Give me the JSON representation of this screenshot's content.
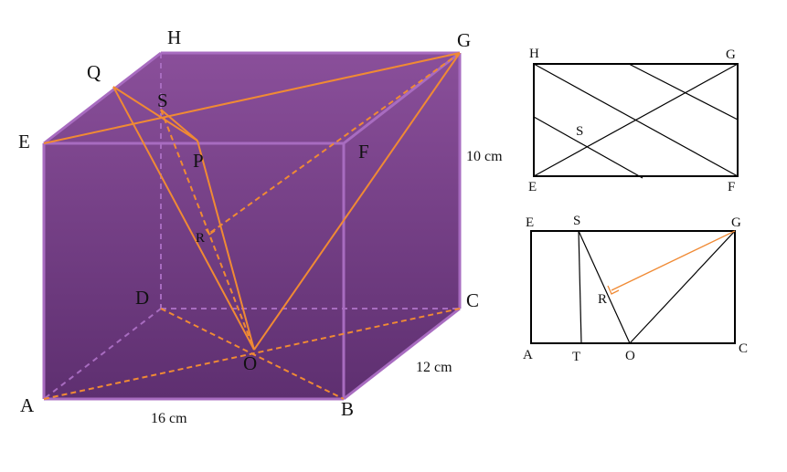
{
  "colors": {
    "prism_top": "#8a4f9a",
    "prism_bottom": "#5e2f70",
    "edge": "#a86cc0",
    "construction": "#f08a34",
    "line": "#000000"
  },
  "prism": {
    "labels": {
      "A": "A",
      "B": "B",
      "C": "C",
      "D": "D",
      "E": "E",
      "F": "F",
      "G": "G",
      "H": "H",
      "O": "O",
      "P": "P",
      "Q": "Q",
      "R": "R",
      "S": "S"
    },
    "dimensions": {
      "length": "16 cm",
      "width": "12 cm",
      "height": "10 cm"
    }
  },
  "top_face_view": {
    "labels": {
      "H": "H",
      "G": "G",
      "E": "E",
      "F": "F",
      "S": "S"
    }
  },
  "section_view": {
    "labels": {
      "E": "E",
      "S": "S",
      "G": "G",
      "R": "R",
      "A": "A",
      "T": "T",
      "O": "O",
      "C": "C"
    }
  }
}
